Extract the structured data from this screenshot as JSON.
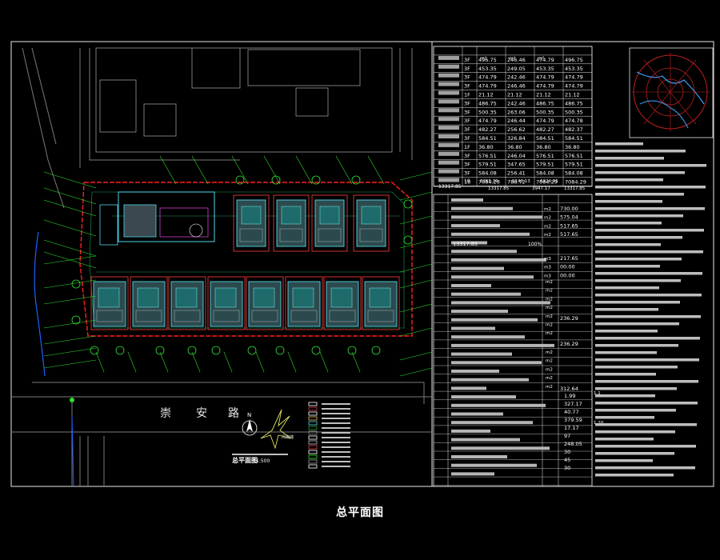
{
  "page_title": "总平面图",
  "plan_caption": "总平面图",
  "plan_scale": "1:500",
  "road_name_chars": [
    "崇",
    "安",
    "路"
  ],
  "north_label": "N",
  "windrose_label": "风玫瑰",
  "unit_labels": [
    "m²",
    "m²",
    "m²"
  ],
  "area_table": {
    "rows": [
      [
        "3F",
        "496.75",
        "246.46",
        "474.79",
        "496.75"
      ],
      [
        "3F",
        "453.35",
        "249.05",
        "453.35",
        "453.35"
      ],
      [
        "3F",
        "474.79",
        "242.46",
        "474.79",
        "474.79"
      ],
      [
        "3F",
        "474.79",
        "246.46",
        "474.79",
        "474.79"
      ],
      [
        "1F",
        "21.12",
        "21.12",
        "21.12",
        "21.12"
      ],
      [
        "3F",
        "486.75",
        "242.46",
        "486.75",
        "486.75"
      ],
      [
        "3F",
        "500.35",
        "263.06",
        "500.35",
        "500.35"
      ],
      [
        "3F",
        "474.79",
        "246.44",
        "474.79",
        "474.78"
      ],
      [
        "3F",
        "482.27",
        "256.62",
        "482.27",
        "482.37"
      ],
      [
        "3F",
        "584.51",
        "326.84",
        "584.51",
        "584.51"
      ],
      [
        "1F",
        "36.80",
        "36.80",
        "36.80",
        "36.80"
      ],
      [
        "3F",
        "576.51",
        "246.04",
        "576.51",
        "576.51"
      ],
      [
        "3F",
        "579.51",
        "347.65",
        "579.51",
        "579.51"
      ],
      [
        "3F",
        "584.08",
        "256.41",
        "584.08",
        "584.08"
      ],
      [
        "18",
        "7084.29",
        "788.72",
        "7084.29",
        "7084.29"
      ]
    ],
    "total_row": [
      "10",
      "13317.85",
      "6255.29",
      "1140.13",
      "6224.35",
      "13317.85",
      "3947.17",
      "13317.85"
    ]
  },
  "economic_table": {
    "top_values": [
      "730.00",
      "575.04",
      "517.65",
      "517.65"
    ],
    "floor_row": [
      "13317.85",
      "100%"
    ],
    "values_b": [
      "217.65",
      "00.00",
      "00.00"
    ],
    "unit_m2": "m2",
    "unit_m3": "m3",
    "values_c": [
      "236.29",
      "236.29",
      "312.64"
    ],
    "bottom_values": [
      "1.99",
      "327.17",
      "40.77",
      "379.59",
      "17.17",
      "97",
      "248.05",
      "30",
      "45",
      "30"
    ],
    "side_notes": [
      "1.1",
      "1.20"
    ]
  },
  "colors": {
    "background": "#000000",
    "boundary_red": "#ff2020",
    "building_cyan": "#4fd8e8",
    "leader_green": "#30e030",
    "road_gray": "#7a7a7a",
    "text_white": "#ffffff",
    "context_magenta": "#d040d0"
  }
}
